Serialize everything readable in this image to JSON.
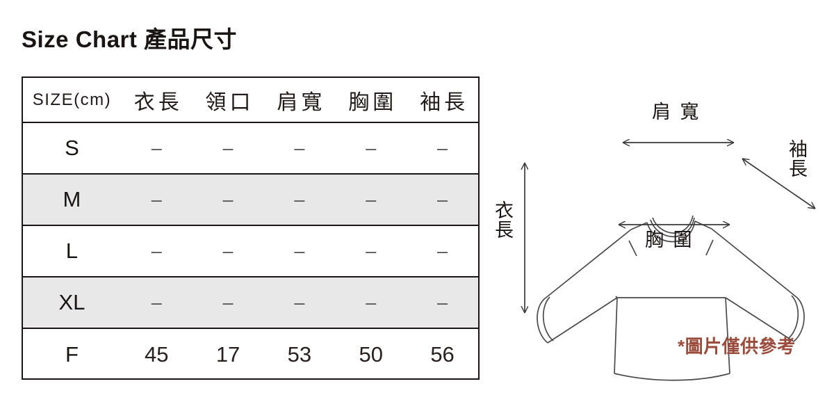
{
  "page": {
    "title": "Size Chart 產品尺寸",
    "background_color": "#ffffff",
    "text_color": "#1a1414"
  },
  "size_table": {
    "columns": [
      {
        "key": "size",
        "label": "SIZE(cm)"
      },
      {
        "key": "length",
        "label": "衣長"
      },
      {
        "key": "neck",
        "label": "領口"
      },
      {
        "key": "shoulder",
        "label": "肩寬"
      },
      {
        "key": "chest",
        "label": "胸圍"
      },
      {
        "key": "sleeve",
        "label": "袖長"
      }
    ],
    "rows": [
      {
        "size": "S",
        "length": "–",
        "neck": "–",
        "shoulder": "–",
        "chest": "–",
        "sleeve": "–",
        "shaded": false
      },
      {
        "size": "M",
        "length": "–",
        "neck": "–",
        "shoulder": "–",
        "chest": "–",
        "sleeve": "–",
        "shaded": true
      },
      {
        "size": "L",
        "length": "–",
        "neck": "–",
        "shoulder": "–",
        "chest": "–",
        "sleeve": "–",
        "shaded": false
      },
      {
        "size": "XL",
        "length": "–",
        "neck": "–",
        "shoulder": "–",
        "chest": "–",
        "sleeve": "–",
        "shaded": true
      },
      {
        "size": "F",
        "length": "45",
        "neck": "17",
        "shoulder": "53",
        "chest": "50",
        "sleeve": "56",
        "shaded": false
      }
    ],
    "shaded_row_color": "#e8e8e8",
    "border_color": "#1a1414",
    "dash_color": "#555555"
  },
  "diagram": {
    "garment": "long-sleeve-sweatshirt",
    "outline_color": "#4a4a4a",
    "measurements": [
      {
        "name": "shoulder-width",
        "label": "肩 寬",
        "arrow": "horizontal-double"
      },
      {
        "name": "sleeve-length",
        "label": "袖\n長",
        "arrow": "diagonal-double"
      },
      {
        "name": "body-length",
        "label": "衣\n長",
        "arrow": "vertical-double"
      },
      {
        "name": "chest-width",
        "label": "胸 圍",
        "arrow": "horizontal-double"
      }
    ],
    "footnote": {
      "text": "*圖片僅供參考",
      "color": "#9b4b3b"
    }
  }
}
